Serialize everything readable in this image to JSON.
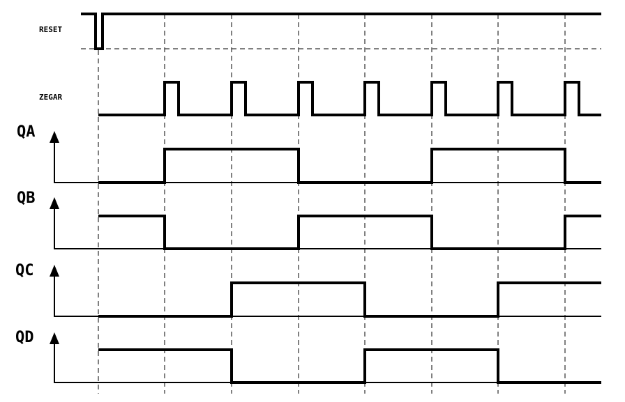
{
  "signals": [
    {
      "id": "reset",
      "label": "RESET",
      "has_axis": false
    },
    {
      "id": "zegar",
      "label": "ZEGAR",
      "has_axis": false
    },
    {
      "id": "qa",
      "label": "QA",
      "has_axis": true
    },
    {
      "id": "qb",
      "label": "QB",
      "has_axis": true
    },
    {
      "id": "qc",
      "label": "QC",
      "has_axis": true
    },
    {
      "id": "qd",
      "label": "QD",
      "has_axis": true
    }
  ],
  "colors": {
    "line": "#000000",
    "background": "#ffffff"
  }
}
